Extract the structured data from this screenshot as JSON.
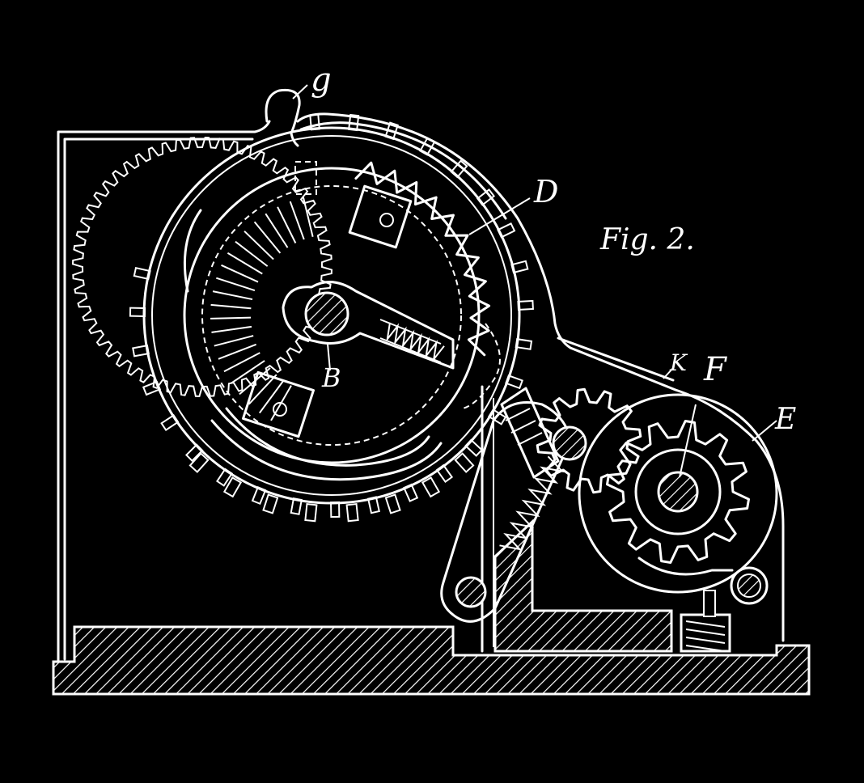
{
  "figure": {
    "title": "Fig. 2.",
    "labels": {
      "g": "g",
      "D": "D",
      "B": "B",
      "K": "K",
      "F": "F",
      "E": "E"
    }
  },
  "colors": {
    "background": "#000000",
    "ink": "#ffffff"
  }
}
